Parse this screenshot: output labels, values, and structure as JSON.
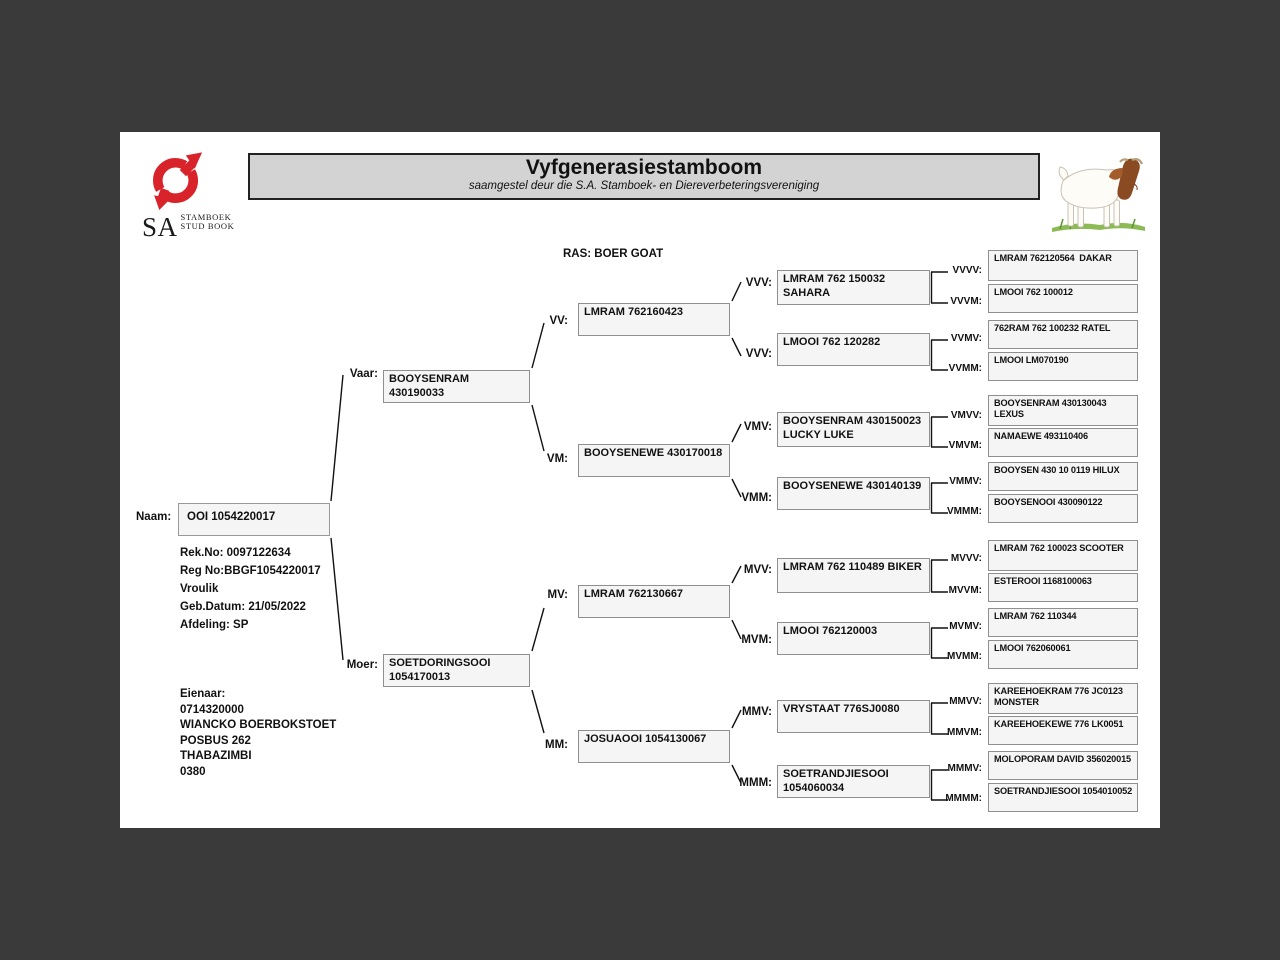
{
  "colors": {
    "outer_background": "#3a3a3a",
    "page_background": "#ffffff",
    "title_band": "#d3d3d3",
    "logo_red": "#d8232a",
    "grass_green": "#8cbb55",
    "goat_head_brown": "#8a4a22"
  },
  "header": {
    "logo": {
      "icon": "sa-stud-book-arrows-icon",
      "sa": "SA",
      "line1": "STAMBOEK",
      "line2": "STUD BOOK"
    },
    "title": "Vyfgenerasiestamboom",
    "subtitle": "saamgestel deur die S.A. Stamboek- en Diereverbeteringsvereniging",
    "goat_icon": "boer-goat-illustration"
  },
  "breed_line": "RAS: BOER GOAT",
  "animal": {
    "naam_label": "Naam:",
    "name": "OOI 1054220017",
    "details": [
      "Rek.No: 0097122634",
      "Reg No:BBGF1054220017",
      "Vroulik",
      "Geb.Datum: 21/05/2022",
      "Afdeling: SP"
    ]
  },
  "owner": {
    "lines": [
      "Eienaar:",
      "0714320000",
      "WIANCKO BOERBOKSTOET",
      "POSBUS 262",
      "THABAZIMBI",
      "0380"
    ]
  },
  "pedigree": {
    "gen1": [
      {
        "label": "Vaar:",
        "name": "BOOYSENRAM 430190033"
      },
      {
        "label": "Moer:",
        "name": "SOETDORINGSOOI 1054170013"
      }
    ],
    "gen2": [
      {
        "label": "VV:",
        "name": "LMRAM 762160423"
      },
      {
        "label": "VM:",
        "name": "BOOYSENEWE 430170018"
      },
      {
        "label": "MV:",
        "name": "LMRAM 762130667"
      },
      {
        "label": "MM:",
        "name": "JOSUAOOI 1054130067"
      }
    ],
    "gen3": [
      {
        "label": "VVV:",
        "name": "LMRAM 762 150032 SAHARA"
      },
      {
        "label": "VVV:",
        "name": "LMOOI 762 120282"
      },
      {
        "label": "VMV:",
        "name": "BOOYSENRAM 430150023 LUCKY LUKE"
      },
      {
        "label": "VMM:",
        "name": "BOOYSENEWE 430140139"
      },
      {
        "label": "MVV:",
        "name": "LMRAM 762 110489 BIKER"
      },
      {
        "label": "MVM:",
        "name": "LMOOI 762120003"
      },
      {
        "label": "MMV:",
        "name": "VRYSTAAT 776SJ0080"
      },
      {
        "label": "MMM:",
        "name": "SOETRANDJIESOOI 1054060034"
      }
    ],
    "gen4": [
      {
        "label": "VVVV:",
        "name": "LMRAM 762120564  DAKAR"
      },
      {
        "label": "VVVM:",
        "name": "LMOOI 762 100012"
      },
      {
        "label": "VVMV:",
        "name": "762RAM 762 100232 RATEL"
      },
      {
        "label": "VVMM:",
        "name": "LMOOI LM070190"
      },
      {
        "label": "VMVV:",
        "name": "BOOYSENRAM 430130043 LEXUS"
      },
      {
        "label": "VMVM:",
        "name": "NAMAEWE 493110406"
      },
      {
        "label": "VMMV:",
        "name": "BOOYSEN 430 10 0119 HILUX"
      },
      {
        "label": "VMMM:",
        "name": "BOOYSENOOI 430090122"
      },
      {
        "label": "MVVV:",
        "name": "LMRAM 762 100023 SCOOTER"
      },
      {
        "label": "MVVM:",
        "name": "ESTEROOI 1168100063"
      },
      {
        "label": "MVMV:",
        "name": "LMRAM 762 110344"
      },
      {
        "label": "MVMM:",
        "name": "LMOOI 762060061"
      },
      {
        "label": "MMVV:",
        "name": "KAREEHOEKRAM 776 JC0123 MONSTER"
      },
      {
        "label": "MMVM:",
        "name": "KAREEHOEKEWE 776 LK0051"
      },
      {
        "label": "MMMV:",
        "name": "MOLOPORAM DAVID 356020015"
      },
      {
        "label": "MMMM:",
        "name": "SOETRANDJIESOOI 1054010052"
      }
    ]
  }
}
